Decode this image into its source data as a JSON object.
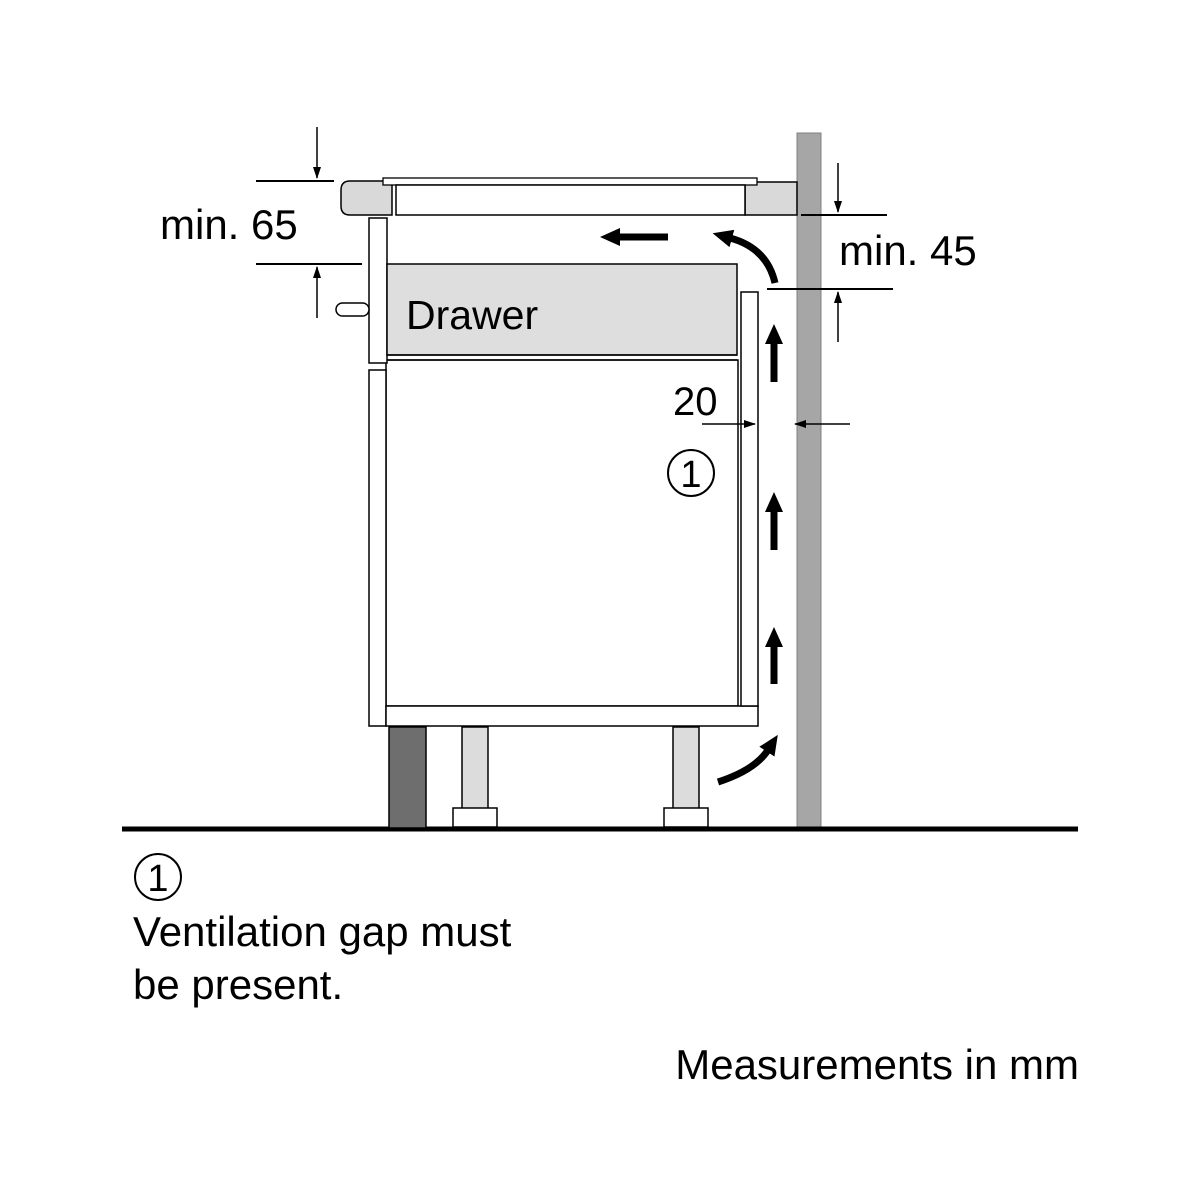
{
  "labels": {
    "min_top": "min. 65",
    "min_right": "min. 45",
    "drawer": "Drawer",
    "gap": "20",
    "marker": "1"
  },
  "legend": {
    "marker": "1",
    "note_line1": "Ventilation gap must",
    "note_line2": "be present.",
    "units": "Measurements in mm"
  },
  "colors": {
    "wall": "#a6a6a6",
    "hob_frame": "#d9d9d9",
    "drawer": "#dedede",
    "plinth": "#6e6e6e",
    "legs": "#dcdcdc",
    "line": "#000000"
  }
}
